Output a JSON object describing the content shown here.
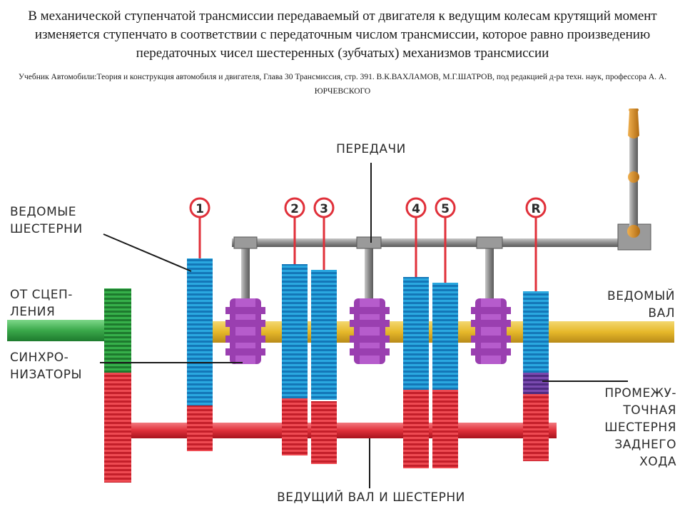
{
  "title": "В механической ступенчатой трансмиссии передаваемый от двигателя к ведущим колесам крутящий момент изменяется ступенчато в соответствии с передаточным числом трансмиссии, которое равно произведению передаточных чисел шестеренных (зубчатых) механизмов трансмиссии",
  "source": "Учебник Автомобили:Теория и конструкция автомобиля и двигателя, Глава 30 Трансмиссия, стр. 391.   В.К.ВАХЛАМОВ, М.Г.ШАТРОВ, под редакцией  д-ра техн. наук, профессора А. А. ЮРЧЕВСКОГО",
  "labels": {
    "gears": "ПЕРЕДАЧИ",
    "driven_gears_1": "ВЕДОМЫЕ",
    "driven_gears_2": "ШЕСТЕРНИ",
    "from_clutch_1": "ОТ СЦЕП-",
    "from_clutch_2": "ЛЕНИЯ",
    "synchro_1": "СИНХРО-",
    "synchro_2": "НИЗАТОРЫ",
    "driven_shaft_1": "ВЕДОМЫЙ",
    "driven_shaft_2": "ВАЛ",
    "idler_1": "ПРОМЕЖУ-",
    "idler_2": "ТОЧНАЯ",
    "idler_3": "ШЕСТЕРНЯ",
    "idler_4": "ЗАДНЕГО",
    "idler_5": "ХОДА",
    "drive_shaft": "ВЕДУЩИЙ ВАЛ И ШЕСТЕРНИ"
  },
  "gear_numbers": [
    "1",
    "2",
    "3",
    "4",
    "5",
    "R"
  ],
  "colors": {
    "driven_gear": "#2aa8e0",
    "drive_gear": "#e0303a",
    "input_gear": "#2a9a3a",
    "synchronizer": "#9a3fb0",
    "idler": "#6a3f9a",
    "output_shaft": "#e8c23a",
    "input_shaft": "#3aa84a",
    "drive_shaft": "#e0303a",
    "selector_rod": "#8a8a8a",
    "lever_knob": "#d8902a",
    "badge": "#e0303a"
  }
}
